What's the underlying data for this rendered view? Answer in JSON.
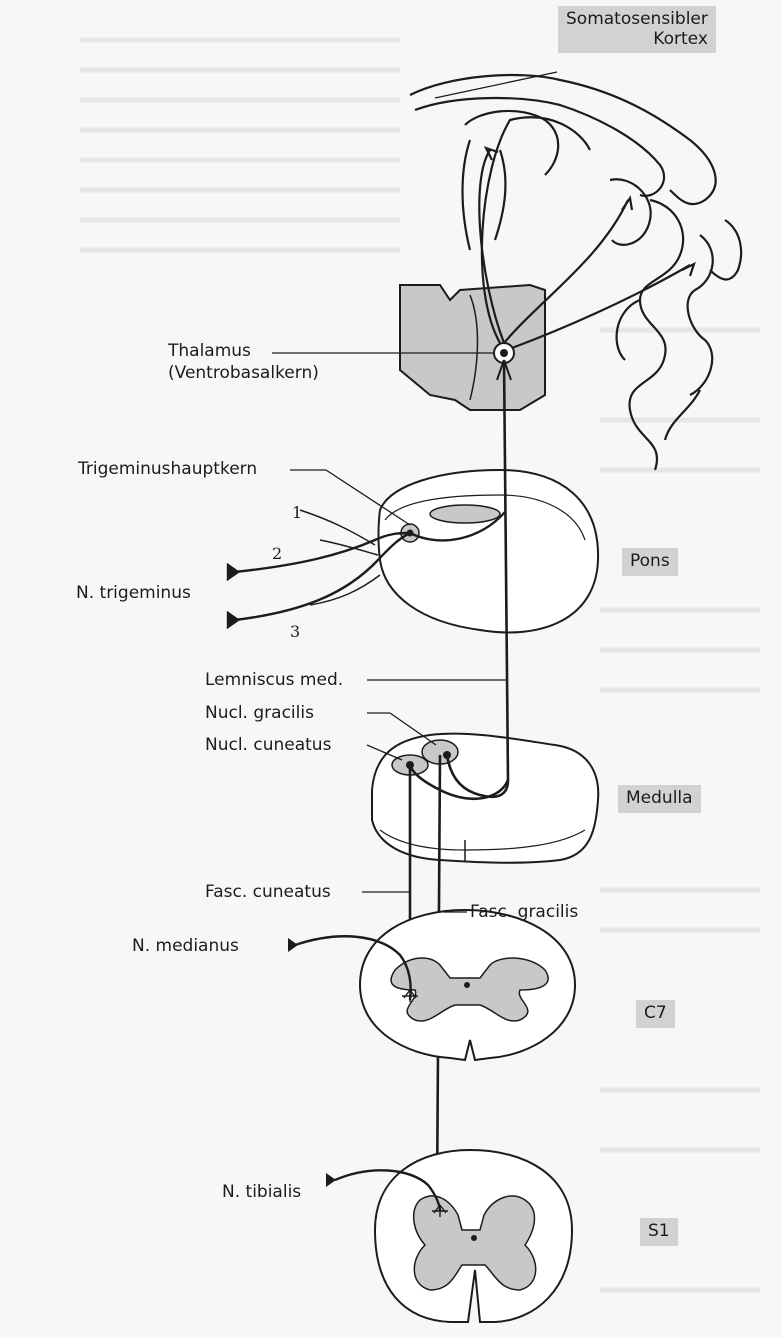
{
  "regions": {
    "cortex": "Somatosensibler\nKortex",
    "pons": "Pons",
    "medulla": "Medulla",
    "c7": "C7",
    "s1": "S1"
  },
  "labels": {
    "thalamus": "Thalamus\n(Ventrobasalkern)",
    "trigeminushauptkern": "Trigeminushauptkern",
    "n_trigeminus": "N. trigeminus",
    "branch_1": "1",
    "branch_2": "2",
    "branch_3": "3",
    "lemniscus": "Lemniscus med.",
    "nucl_gracilis": "Nucl. gracilis",
    "nucl_cuneatus": "Nucl. cuneatus",
    "fasc_cuneatus": "Fasc. cuneatus",
    "fasc_gracilis": "Fasc. gracilis",
    "n_medianus": "N. medianus",
    "n_tibialis": "N. tibialis"
  }
}
